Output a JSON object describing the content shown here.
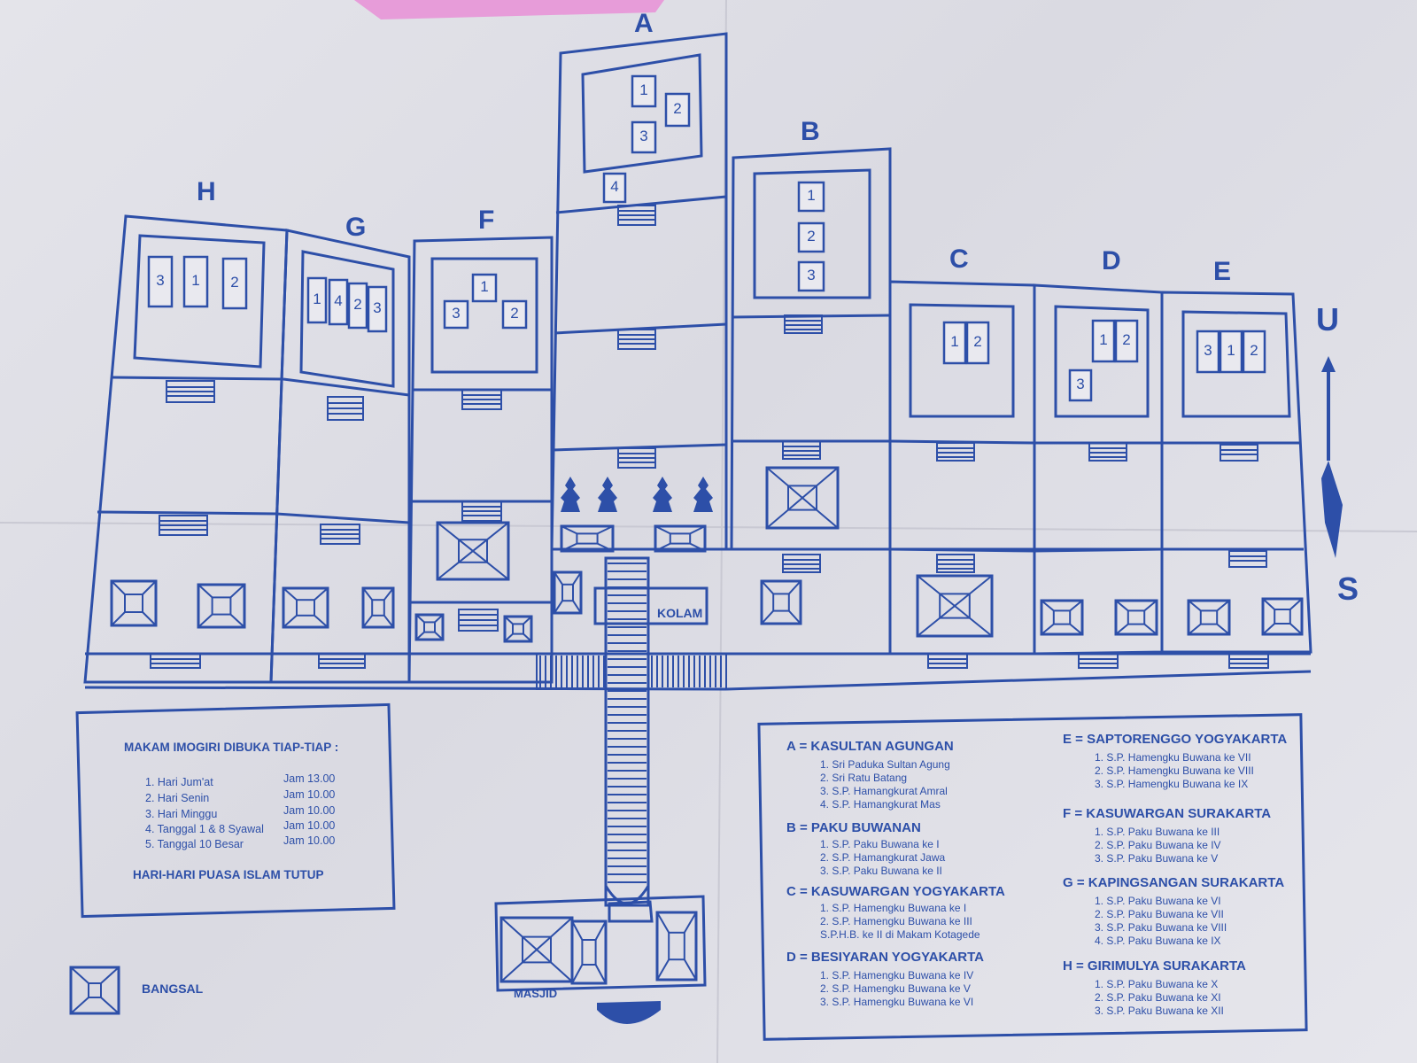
{
  "sections": {
    "A": "A",
    "B": "B",
    "C": "C",
    "D": "D",
    "E": "E",
    "F": "F",
    "G": "G",
    "H": "H"
  },
  "compass": {
    "north": "U",
    "south": "S"
  },
  "places": {
    "kolam": "KOLAM",
    "masjid": "MASJID"
  },
  "schedule": {
    "title": "MAKAM IMOGIRI DIBUKA TIAP-TIAP :",
    "rows": [
      {
        "day": "1. Hari Jum'at",
        "time": "Jam 13.00"
      },
      {
        "day": "2. Hari Senin",
        "time": "Jam 10.00"
      },
      {
        "day": "3. Hari Minggu",
        "time": "Jam 10.00"
      },
      {
        "day": "4. Tanggal 1 & 8 Syawal",
        "time": "Jam 10.00"
      },
      {
        "day": "5. Tanggal 10 Besar",
        "time": "Jam 10.00"
      }
    ],
    "closed": "HARI-HARI PUASA ISLAM TUTUP"
  },
  "bangsal_legend": "BANGSAL",
  "legend": {
    "A": {
      "title": "A = KASULTAN AGUNGAN",
      "items": [
        "1. Sri Paduka Sultan Agung",
        "2. Sri Ratu Batang",
        "3. S.P. Hamangkurat Amral",
        "4. S.P. Hamangkurat Mas"
      ]
    },
    "B": {
      "title": "B = PAKU BUWANAN",
      "items": [
        "1. S.P. Paku Buwana ke I",
        "2. S.P. Hamangkurat Jawa",
        "3. S.P. Paku Buwana ke II"
      ]
    },
    "C": {
      "title": "C = KASUWARGAN YOGYAKARTA",
      "items": [
        "1. S.P. Hamengku Buwana ke I",
        "2. S.P. Hamengku Buwana ke III",
        "S.P.H.B. ke II di Makam Kotagede"
      ]
    },
    "D": {
      "title": "D = BESIYARAN YOGYAKARTA",
      "items": [
        "1. S.P. Hamengku Buwana ke IV",
        "2. S.P. Hamengku Buwana ke V",
        "3. S.P. Hamengku Buwana ke VI"
      ]
    },
    "E": {
      "title": "E = SAPTORENGGO YOGYAKARTA",
      "items": [
        "1. S.P. Hamengku Buwana ke VII",
        "2. S.P. Hamengku Buwana ke VIII",
        "3. S.P. Hamengku Buwana ke IX"
      ]
    },
    "F": {
      "title": "F = KASUWARGAN SURAKARTA",
      "items": [
        "1. S.P. Paku Buwana ke III",
        "2. S.P. Paku Buwana ke IV",
        "3. S.P. Paku Buwana ke V"
      ]
    },
    "G": {
      "title": "G = KAPINGSANGAN SURAKARTA",
      "items": [
        "1. S.P. Paku Buwana ke VI",
        "2. S.P. Paku Buwana ke VII",
        "3. S.P. Paku Buwana ke VIII",
        "4. S.P. Paku Buwana ke IX"
      ]
    },
    "H": {
      "title": "H = GIRIMULYA SURAKARTA",
      "items": [
        "1. S.P. Paku Buwana ke X",
        "2. S.P. Paku Buwana ke XI",
        "3. S.P. Paku Buwana ke XII"
      ]
    }
  },
  "tombs": {
    "A": [
      "1",
      "2",
      "3",
      "4"
    ],
    "B": [
      "1",
      "2",
      "3"
    ],
    "C": [
      "1",
      "2"
    ],
    "D": [
      "1",
      "2",
      "3"
    ],
    "E": [
      "3",
      "1",
      "2"
    ],
    "F": [
      "1",
      "3",
      "2"
    ],
    "G": [
      "1",
      "4",
      "2",
      "3"
    ],
    "H": [
      "3",
      "1",
      "2"
    ]
  },
  "colors": {
    "ink": "#2d4fa8",
    "paper": "#e4e4ea",
    "highlight": "#e98bd6"
  }
}
